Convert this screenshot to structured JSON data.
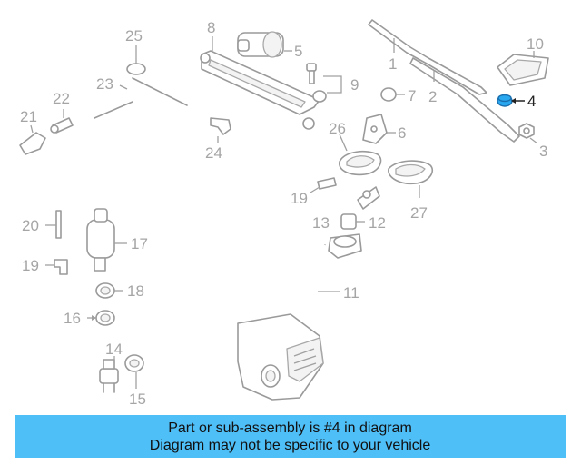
{
  "diagram": {
    "highlight_color": "#29a8f0",
    "callout_color": "#a5a5a5",
    "highlighted_callout": "4",
    "callouts": {
      "c1": "1",
      "c2": "2",
      "c3": "3",
      "c4": "4",
      "c5": "5",
      "c6": "6",
      "c7": "7",
      "c8": "8",
      "c9": "9",
      "c10": "10",
      "c11": "11",
      "c12": "12",
      "c13": "13",
      "c14": "14",
      "c15": "15",
      "c16": "16",
      "c17": "17",
      "c18": "18",
      "c19a": "19",
      "c19b": "19",
      "c20": "20",
      "c21": "21",
      "c22": "22",
      "c23": "23",
      "c24": "24",
      "c25": "25",
      "c26": "26",
      "c27": "27"
    }
  },
  "banner": {
    "background": "#4fbff8",
    "line1": "Part or sub-assembly is #4 in diagram",
    "line2": "Diagram may not be specific to your vehicle"
  }
}
